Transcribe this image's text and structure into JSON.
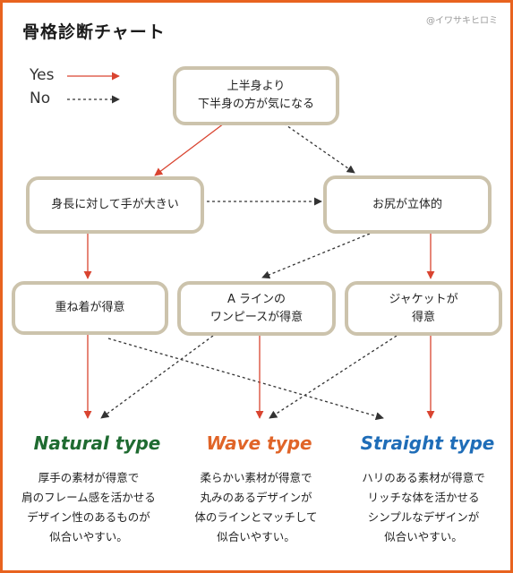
{
  "header": {
    "title": "骨格診断チャート",
    "credit": "@イワサキヒロミ"
  },
  "legend": {
    "yes": "Yes",
    "no": "No"
  },
  "colors": {
    "yes_arrow": "#d94430",
    "no_arrow": "#333333",
    "node_border": "#ccc3ac",
    "frame": "#e8631f",
    "natural": "#1f6b31",
    "wave": "#e06428",
    "straight": "#1f6db8"
  },
  "nodes": {
    "start": [
      "上半身より",
      "下半身の方が気になる"
    ],
    "q_height": [
      "身長に対して手が大きい"
    ],
    "q_hip": [
      "お尻が立体的"
    ],
    "layered": [
      "重ね着が得意"
    ],
    "a_line": [
      "A ラインの",
      "ワンピースが得意"
    ],
    "jacket": [
      "ジャケットが",
      "得意"
    ]
  },
  "types": {
    "natural": {
      "name": "Natural type",
      "desc": [
        "厚手の素材が得意で",
        "肩のフレーム感を活かせる",
        "デザイン性のあるものが",
        "似合いやすい。"
      ]
    },
    "wave": {
      "name": "Wave type",
      "desc": [
        "柔らかい素材が得意で",
        "丸みのあるデザインが",
        "体のラインとマッチして",
        "似合いやすい。"
      ]
    },
    "straight": {
      "name": "Straight type",
      "desc": [
        "ハリのある素材が得意で",
        "リッチな体を活かせる",
        "シンプルなデザインが",
        "似合いやすい。"
      ]
    }
  }
}
